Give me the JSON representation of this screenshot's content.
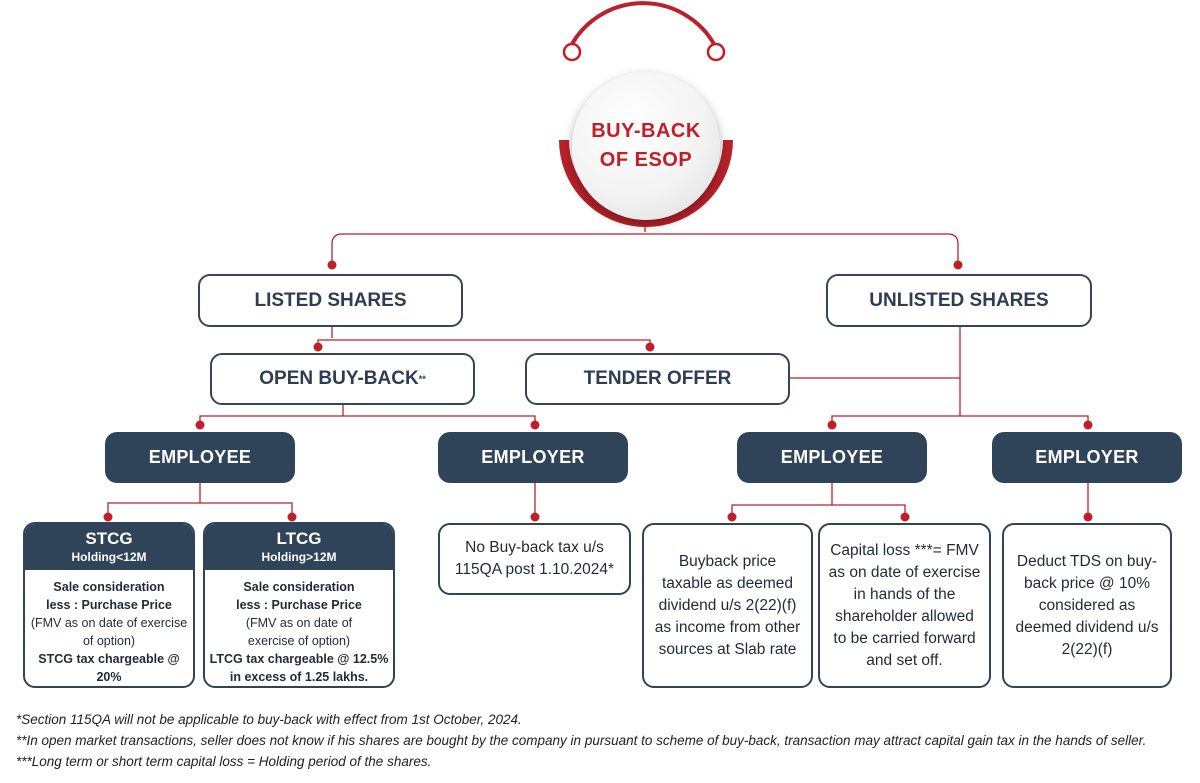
{
  "title": {
    "line1": "BUY-BACK",
    "line2": "OF ESOP"
  },
  "listed_shares": "LISTED SHARES",
  "unlisted_shares": "UNLISTED SHARES",
  "open_buyback": {
    "label": "OPEN BUY-BACK",
    "mark": "**"
  },
  "tender_offer": "TENDER OFFER",
  "left_employee": "EMPLOYEE",
  "left_employer": "EMPLOYER",
  "right_employee": "EMPLOYEE",
  "right_employer": "EMPLOYER",
  "stcg": {
    "title": "STCG",
    "subtitle": "Holding<12M",
    "lines": [
      "Sale consideration",
      "less : Purchase Price",
      "(FMV as on date of exercise",
      "of option)",
      "STCG tax chargeable @ 20%"
    ]
  },
  "ltcg": {
    "title": "LTCG",
    "subtitle": "Holding>12M",
    "lines": [
      "Sale consideration",
      "less : Purchase Price",
      "(FMV as on date of",
      "exercise of option)",
      "LTCG tax chargeable @ 12.5%",
      "in excess of 1.25 lakhs."
    ]
  },
  "employer_note": "No Buy-back tax u/s 115QA post 1.10.2024*",
  "buyback_price_note": "Buyback price taxable as deemed dividend u/s 2(22)(f) as income from other sources at Slab rate",
  "capital_loss_note": "Capital loss ***= FMV as on date of exercise in hands of the shareholder allowed to be carried forward and set off.",
  "tds_note": "Deduct TDS on buy-back price @ 10% considered as deemed dividend u/s 2(22)(f)",
  "footnotes": [
    "*Section 115QA will not be applicable to buy-back with effect from 1st October, 2024.",
    "**In open market transactions, seller does not know if his shares are bought by the company in pursuant to scheme of buy-back, transaction may attract capital gain tax in the hands of seller.",
    "***Long term or short term capital loss = Holding period of the shares."
  ],
  "colors": {
    "accent": "#c01f2a",
    "navy": "#2f4359"
  }
}
